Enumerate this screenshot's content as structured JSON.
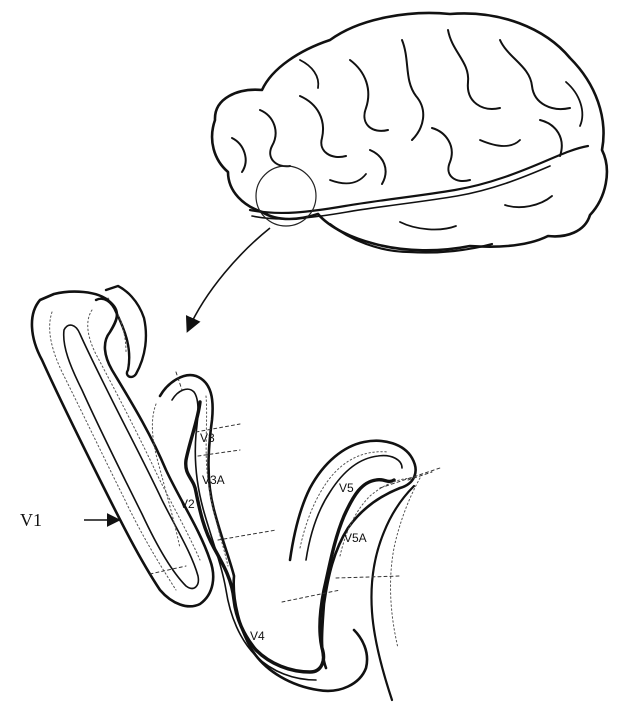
{
  "labels": {
    "v1": "V1",
    "v2": "V2",
    "v3": "V3",
    "v3a": "V3A",
    "v4": "V4",
    "v5": "V5",
    "v5a": "V5A"
  },
  "colors": {
    "ink": "#111111",
    "paper": "#ffffff",
    "stipple": "#555555"
  }
}
